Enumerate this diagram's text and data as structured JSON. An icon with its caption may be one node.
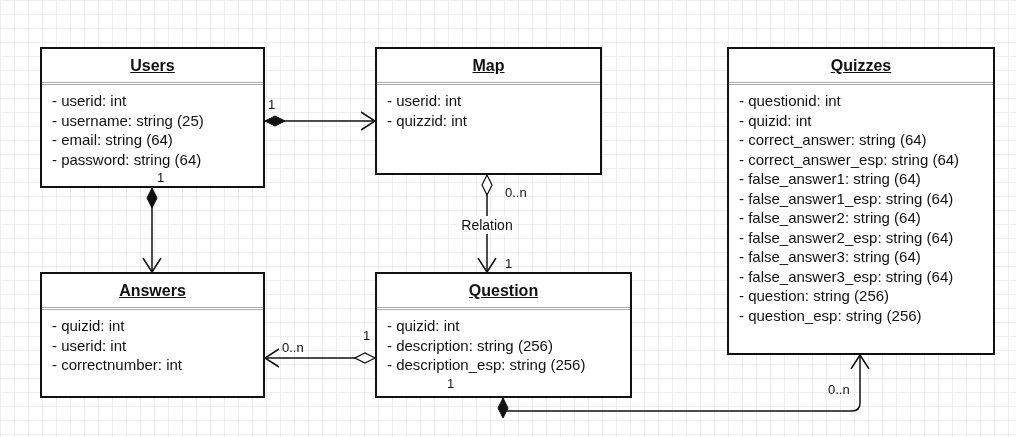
{
  "diagram": {
    "nodes": [
      {
        "text": [
          "Users",
          "- userid: int",
          "- username: string (25)",
          "- email: string (64)",
          "- password: string (64)"
        ]
      },
      {
        "text": [
          "Map",
          "- userid: int",
          "- quizzid: int"
        ]
      },
      {
        "text": [
          "Quizzes",
          "- questionid: int",
          "- quizid: int",
          "- correct_answer: string (64)",
          "- correct_answer_esp: string (64)",
          "- false_answer1: string (64)",
          "- false_answer1_esp: string (64)",
          "- false_answer2: string (64)",
          "- false_answer2_esp: string (64)",
          "- false_answer3: string (64)",
          "- false_answer3_esp: string (64)",
          "- question: string (256)",
          "- question_esp: string (256)"
        ]
      },
      {
        "text": [
          "Answers",
          "- quizid: int",
          "- userid: int",
          "- correctnumber: int"
        ]
      },
      {
        "text": [
          "Question",
          "- quizid: int",
          "- description: string (256)",
          "- description_esp: string (256)"
        ]
      }
    ],
    "edges": [
      {
        "from": 0,
        "to": 1,
        "arrow": "to"
      },
      {
        "from": 0,
        "to": 3,
        "arrow": "to"
      },
      {
        "from": 1,
        "to": 4,
        "arrow": "to",
        "label": "Relation"
      },
      {
        "from": 4,
        "to": 3,
        "arrow": "to"
      },
      {
        "from": 4,
        "to": 2,
        "arrow": "to"
      }
    ],
    "labels": [
      "1",
      "1",
      "0..n",
      "1",
      "1",
      "0..n",
      "1",
      "0..n"
    ]
  }
}
